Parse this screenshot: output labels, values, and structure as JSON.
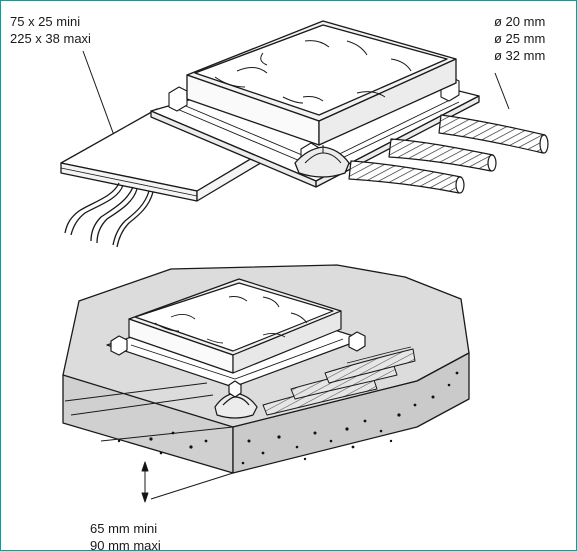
{
  "top": {
    "duct_sizes": [
      "75 x 25 mini",
      "225 x 38 maxi"
    ],
    "conduit_diameters": [
      "ø 20 mm",
      "ø 25 mm",
      "ø 32 mm"
    ]
  },
  "bottom": {
    "depths": [
      "65 mm mini",
      "90 mm maxi"
    ]
  }
}
